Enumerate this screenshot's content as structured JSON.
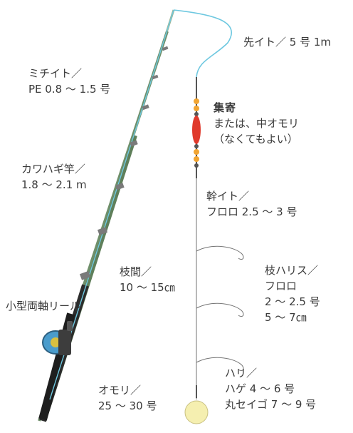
{
  "labels": {
    "michiito": {
      "title": "ミチイト／",
      "value": "PE 0.8 ～ 1.5 号"
    },
    "rod": {
      "title": "カワハギ竿／",
      "value": "1.8 ～ 2.1 m"
    },
    "reel": {
      "title": "小型両軸リール"
    },
    "sinker": {
      "title": "オモリ／",
      "value": "25 ～ 30 号"
    },
    "branch_interval": {
      "title": "枝間／",
      "value": "10 ～ 15㎝"
    },
    "leader": {
      "title": "先イト／",
      "value": "5 号 1m"
    },
    "attractor": {
      "title": "集寄",
      "line2": "または、中オモリ",
      "line3": "（なくてもよい）"
    },
    "main_line": {
      "title": "幹イト／",
      "value": "フロロ 2.5 ～ 3 号"
    },
    "branch_leader": {
      "title": "枝ハリス／",
      "material": "フロロ",
      "size": "2 ～ 2.5 号",
      "length": "5 ～ 7㎝"
    },
    "hook": {
      "title": "ハリ／",
      "line1": "ハゲ 4 ～ 6 号",
      "line2": "丸セイゴ 7 ～ 9 号"
    }
  },
  "colors": {
    "line_cyan": "#6ec8e0",
    "rod_green": "#6f8f6a",
    "rod_dark": "#2c2c2c",
    "float_red": "#e03a2c",
    "bead_orange": "#f2a532",
    "sinker_yellow": "#f5efb0",
    "reel_blue": "#4a9ccc"
  }
}
